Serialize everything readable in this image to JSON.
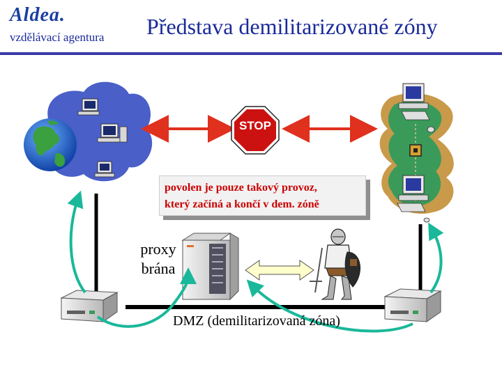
{
  "header": {
    "brand": "Aldea.",
    "subtitle": "vzdělávací agentura",
    "title": "Představa demilitarizované zóny"
  },
  "diagram": {
    "policy_line1": "povolen je pouze takový provoz,",
    "policy_line2": "který začíná a končí v dem. zóně",
    "proxy_label_line1": "proxy",
    "proxy_label_line2": "brána",
    "dmz_label": "DMZ (demilitarizovaná zóna)",
    "stop_sign": "STOP"
  },
  "colors": {
    "header_blue": "#1a2a9a",
    "rule": "#3a3aa8",
    "policy_text": "#cc0000",
    "arrow_red": "#e0301e",
    "arrow_green": "#1ab89a",
    "internet_cloud": "#4a5fc8",
    "internal_cloud": "#c89a4a",
    "internal_green": "#3a9a5a",
    "stop_red": "#cc1111"
  },
  "icons": [
    "globe-icon",
    "computer-icon",
    "stop-sign-icon",
    "server-icon",
    "router-icon",
    "knight-icon"
  ]
}
